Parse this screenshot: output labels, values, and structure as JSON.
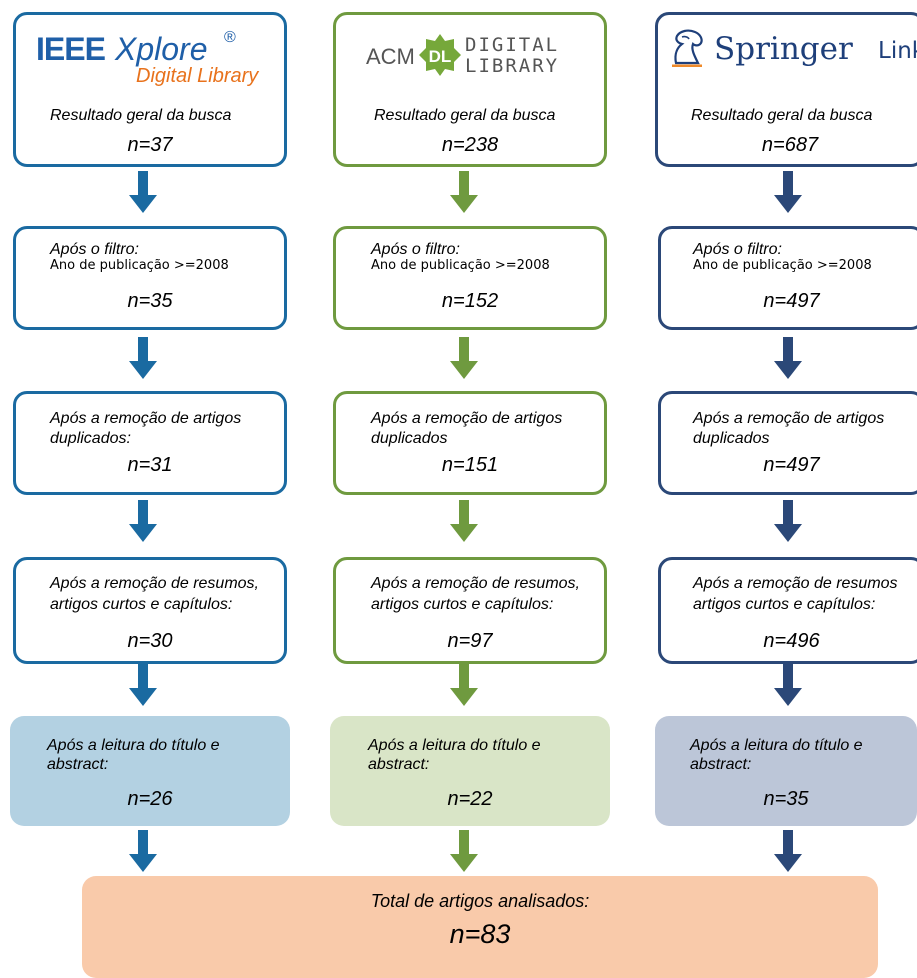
{
  "columns": [
    {
      "id": "ieee",
      "logo": {
        "line1": "IEEE",
        "line1b": "Xplore",
        "reg": "®",
        "line2": "Digital Library",
        "colors": {
          "blue": "#1f5fa8",
          "orange": "#e8721c"
        }
      },
      "color": "#1a6aa1",
      "steps": [
        {
          "label": "Resultado geral da busca",
          "n": "n=37"
        },
        {
          "label": "Após o filtro:",
          "sublabel": "Ano de publicação >=2008",
          "n": "n=35"
        },
        {
          "label": "Após a remoção de artigos",
          "label2": "duplicados:",
          "n": "n=31"
        },
        {
          "label": "Após a remoção de resumos,",
          "label2": "artigos curtos e capítulos:",
          "n": "n=30"
        },
        {
          "label": "Após a leitura do título e",
          "label2": "abstract:",
          "n": "n=26"
        }
      ]
    },
    {
      "id": "acm",
      "logo": {
        "prefix": "ACM",
        "badge": "DL",
        "line1": "DIGITAL",
        "line2": "LIBRARY",
        "colors": {
          "green": "#76a83a",
          "gray": "#555555"
        }
      },
      "color": "#6f9a3f",
      "steps": [
        {
          "label": "Resultado geral da busca",
          "n": "n=238"
        },
        {
          "label": "Após o filtro:",
          "sublabel": "Ano de publicação >=2008",
          "n": "n=152"
        },
        {
          "label": "Após a remoção de artigos",
          "label2": "duplicados",
          "n": "n=151"
        },
        {
          "label": "Após a remoção de resumos,",
          "label2": "artigos curtos e capítulos:",
          "n": "n=97"
        },
        {
          "label": "Após a leitura do título e",
          "label2": "abstract:",
          "n": "n=22"
        }
      ]
    },
    {
      "id": "springer",
      "logo": {
        "name": "Springer",
        "suffix": "Link",
        "colors": {
          "blue": "#1e3f7a",
          "orange": "#ef8a2a"
        }
      },
      "color": "#2b4878",
      "steps": [
        {
          "label": "Resultado geral da busca",
          "n": "n=687"
        },
        {
          "label": "Após o filtro:",
          "sublabel": "Ano de publicação >=2008",
          "n": "n=497"
        },
        {
          "label": "Após a remoção de artigos",
          "label2": "duplicados",
          "n": "n=497"
        },
        {
          "label": "Após a remoção de resumos",
          "label2": "artigos curtos e capítulos:",
          "n": "n=496"
        },
        {
          "label": "Após a leitura do título e",
          "label2": "abstract:",
          "n": "n=35"
        }
      ]
    }
  ],
  "total": {
    "label": "Total de artigos analisados:",
    "n": "n=83",
    "color": "#f9caaa"
  }
}
